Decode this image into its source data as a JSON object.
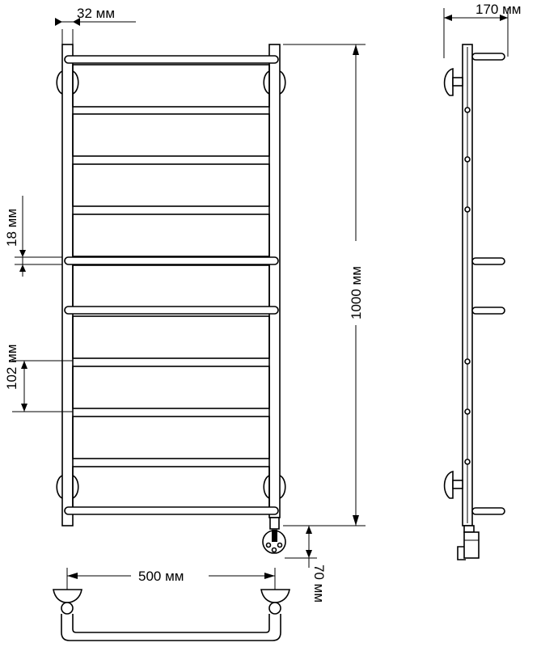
{
  "dimensions": {
    "tube_width": "32 мм",
    "depth": "170 мм",
    "bar_diameter": "18 мм",
    "height": "1000 мм",
    "bar_spacing": "102 мм",
    "mount_width": "500 мм",
    "bottom_offset": "70 мм"
  }
}
